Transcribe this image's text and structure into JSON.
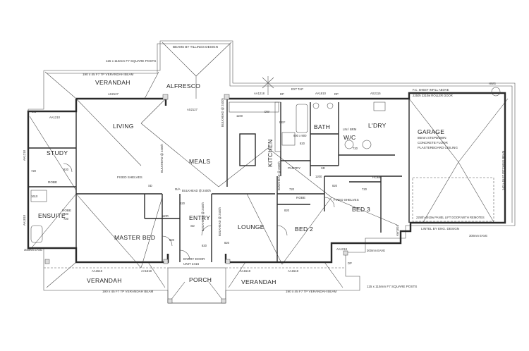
{
  "rooms": {
    "alfresco": "ALFRESCO",
    "verandah_rear": "VERANDAH",
    "living": "LIVING",
    "meals": "MEALS",
    "kitchen": "KITCHEN",
    "study": "STUDY",
    "ensuite": "ENSUITE",
    "master_bed": "MASTER BED",
    "entry": "ENTRY",
    "lounge": "LOUNGE",
    "bed2": "BED 2",
    "bed3": "BED 3",
    "bath": "BATH",
    "ldry": "L'DRY",
    "wc": "W/C",
    "pantry": "PANTRY",
    "garage": "GARAGE",
    "porch": "PORCH",
    "verandah_front_left": "VERANDAH",
    "verandah_front_right": "VERANDAH",
    "wir": "WIR",
    "robe_study": "ROBE",
    "robe_master": "ROBE",
    "robe_bed2": "ROBE",
    "robe_bed3": "ROBE",
    "lin_brm": "LIN / BRM",
    "hws": "HWS"
  },
  "notes": {
    "alfresco_beams": "BEAMS BY TILLINGS DESIGN",
    "square_posts_top": "115 x 115mm F7 SQUARE POSTS",
    "verandah_beam_top": "190 x 45 F7 TP VERANDAH BEAM",
    "square_posts_bottom": "115 x 115mm F7 SQUARE POSTS",
    "verandah_beam_bl": "190 x 45 F7 TP VERANDAH BEAM",
    "verandah_beam_br": "190 x 45 F7 TP VERANDAH BEAM",
    "garage_l1": "86mm STEPDOWN",
    "garage_l2": "CONCRETE FLOOR",
    "garage_l3": "PLASTERBOARD CEILING",
    "garage_side_beam": "140 x 45 F7 PITCHING BEAM",
    "garage_door": "2250h 4910w PANEL LIFT DOOR WITH REMOTES",
    "roller_door": "2250h 3310w ROLLER DOOR",
    "sheet_infill": "F.C. SHEET INFILL ABOVE",
    "lintel": "LINTEL BY ENG. DESIGN",
    "fixed_shelves_living": "FIXED SHELVES",
    "fixed_shelves_bed3": "FIXED SHELVES",
    "bulkhead_meals": "BULKHEAD @ 2400h",
    "bulkhead_ra": "BULKHEAD @ 2400h",
    "bulkhead_kitchen": "BULKHEAD @ 2400h",
    "bulkhead_entry": "BULKHEAD @ 2400h",
    "bulkhead_lounge": "BULKHEAD @ 2400h",
    "bulkhead_pantry": "BULKHEAD @ 2400h",
    "entry_door_l1": "ENTRY DOOR",
    "entry_door_l2": "UNIT 2416",
    "eave_left": "300mm EAVE",
    "eave_mid": "300mm EAVE",
    "eave_right": "300mm EAVE",
    "ra": "R/A",
    "ms": "MS",
    "ext_tap": "EXT TAP",
    "dp1": "DP",
    "dp2": "DP",
    "dp3": "DP",
    "sd1": "SD",
    "sd2": "SD",
    "sd3": "SD",
    "dw": "DW",
    "ref": "REF"
  },
  "windows": {
    "as2127_top": "AS2127",
    "as2127_mid": "AS2127",
    "aa1210": "AA1210",
    "aa1218": "AA1218",
    "aa1810": "AA1810",
    "as2115": "AS2115",
    "aa1518_1": "AA1518",
    "aa1518_2": "AA1518",
    "aa1518_3": "AA1518",
    "aa1518_4": "AA1518",
    "aa1218_bed3": "AA1218",
    "aa1218_side": "AA1218",
    "aa1818_side": "AA1818",
    "aw_side": "AW1810"
  },
  "dims": {
    "d820_study": "820",
    "d720_study": "720",
    "d820_ens": "820",
    "d720_ens": "720",
    "d1100": "1100",
    "d820_entry": "820",
    "d820_wir": "820",
    "d820_bed2": "820",
    "d720_robe2": "720",
    "d820_bed3": "820",
    "d720_robe3": "720",
    "d820_lounge": "820",
    "d820_bath": "820",
    "d720_ldry": "720",
    "d1200": "1200",
    "d620": "620",
    "d900": "900 x 900",
    "d1610": "1610"
  }
}
